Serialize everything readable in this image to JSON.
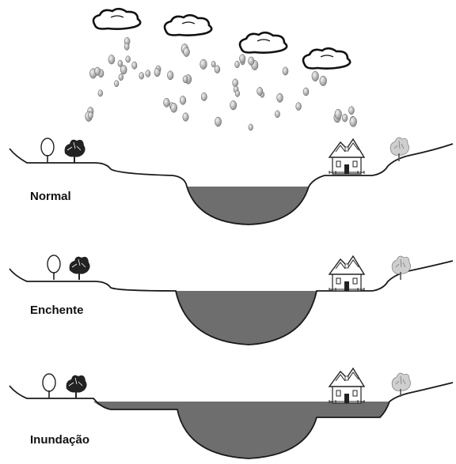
{
  "panels": [
    {
      "label": "Normal"
    },
    {
      "label": "Enchente"
    },
    {
      "label": "Inundação"
    }
  ],
  "colors": {
    "water": "#6e6e6e",
    "ground_line": "#1a1a1a",
    "cloud": "#ffffff",
    "drop": "#bdbdbd"
  },
  "icons": [
    "cloud-icon",
    "raindrop-icon",
    "tree-icon",
    "house-icon"
  ]
}
